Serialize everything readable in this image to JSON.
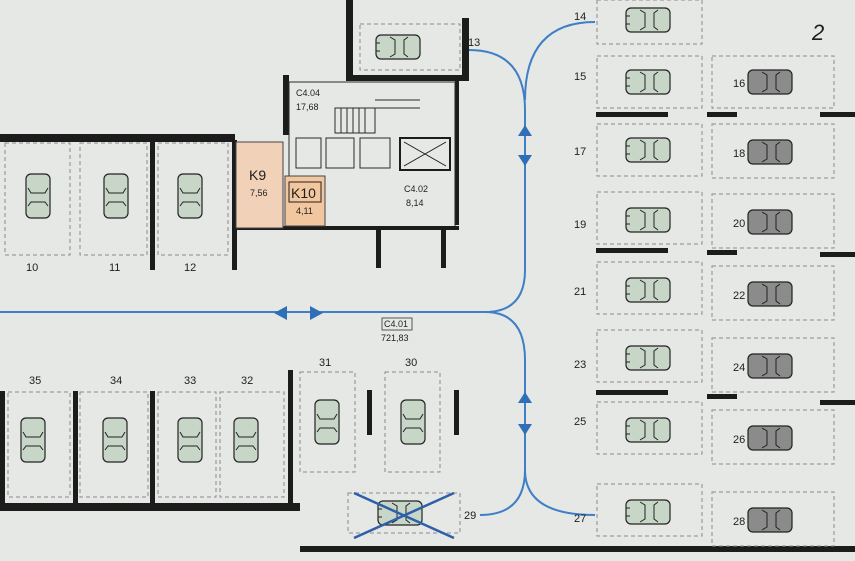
{
  "rooms": {
    "c404": {
      "code": "C4.04",
      "area": "17,68"
    },
    "c402": {
      "code": "C4.02",
      "area": "8,14"
    },
    "c401": {
      "code": "C4.01",
      "area": "721,83"
    },
    "k9": {
      "code": "K9",
      "area": "7,56"
    },
    "k10": {
      "code": "K10",
      "area": "4,11"
    }
  },
  "spots": {
    "top_row": [
      "10",
      "11",
      "12"
    ],
    "bottom_row": [
      "35",
      "34",
      "33",
      "32"
    ],
    "center": [
      "31",
      "30"
    ],
    "crossed": "29",
    "entry": "13",
    "right_col": [
      "14",
      "15",
      "17",
      "19",
      "21",
      "23",
      "25",
      "27"
    ],
    "tandem": [
      "16",
      "18",
      "20",
      "22",
      "24",
      "26",
      "28"
    ]
  },
  "corner_mark": "2",
  "colors": {
    "car_light": "#c8d6c8",
    "car_dark": "#8b8b8b",
    "storage_k9": "#f1d2b8",
    "storage_k10": "#f2c79f",
    "route": "#3f7fc6"
  }
}
